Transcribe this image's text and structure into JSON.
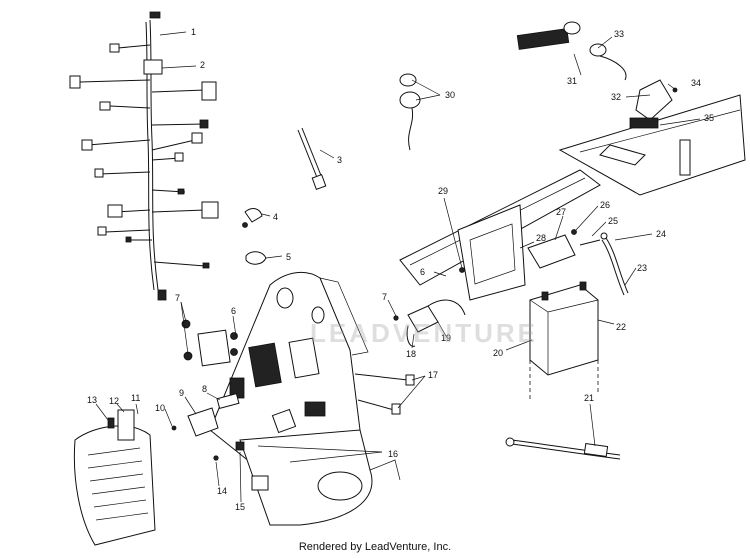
{
  "diagram": {
    "callouts": [
      "1",
      "2",
      "3",
      "4",
      "5",
      "6",
      "7",
      "7",
      "8",
      "9",
      "10",
      "11",
      "12",
      "13",
      "14",
      "15",
      "16",
      "17",
      "18",
      "19",
      "20",
      "21",
      "22",
      "23",
      "24",
      "25",
      "26",
      "27",
      "28",
      "29",
      "30",
      "31",
      "32",
      "33",
      "34",
      "35",
      "6"
    ]
  },
  "watermark": {
    "text": "LEADVENTURE"
  },
  "footer": {
    "text": "Rendered by LeadVenture, Inc."
  }
}
